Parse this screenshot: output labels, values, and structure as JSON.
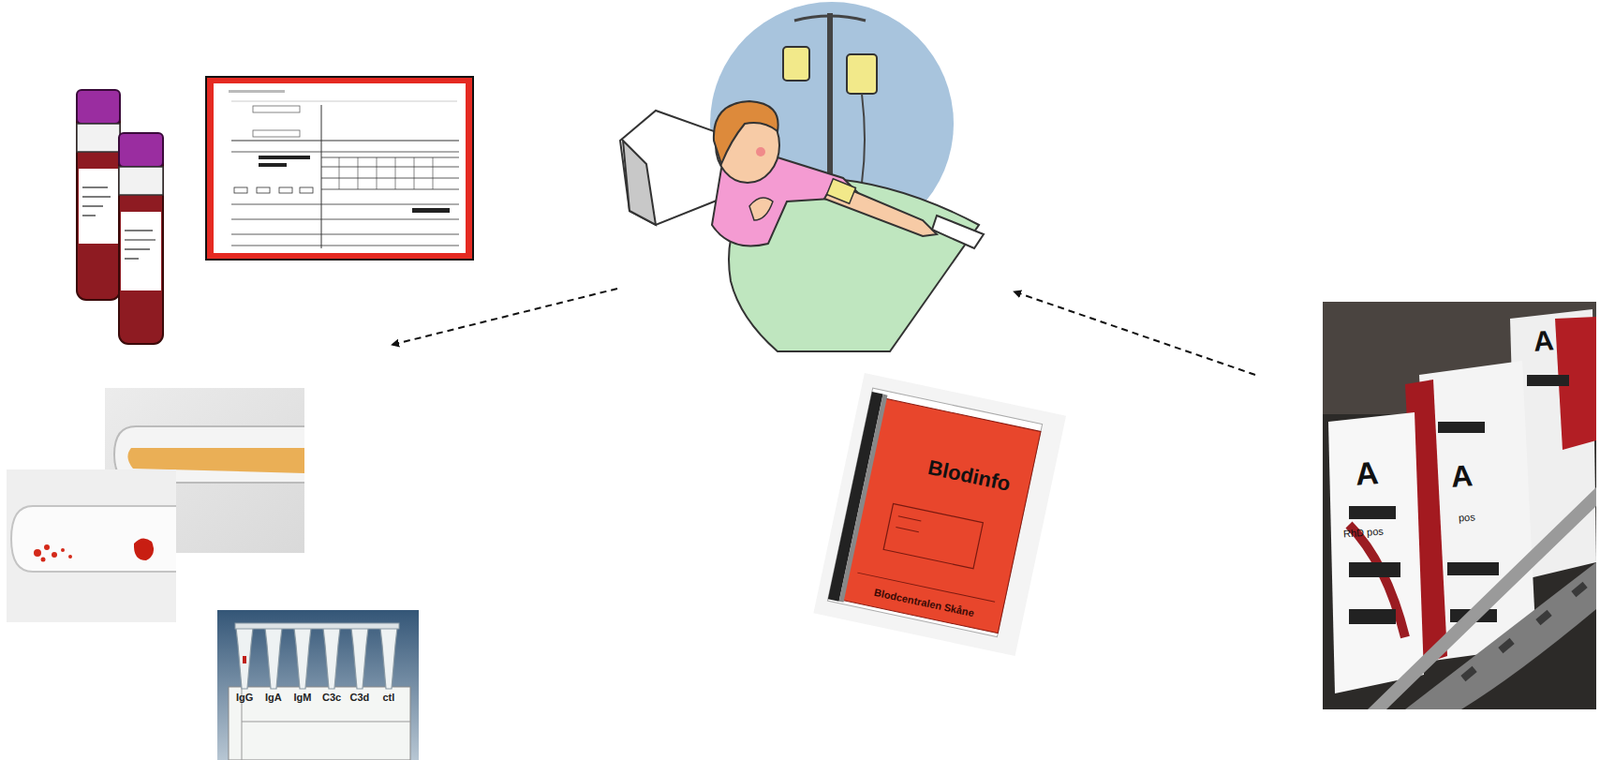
{
  "diagram": {
    "labels": [
      "IgG",
      "IgA",
      "IgM",
      "C3c",
      "C3d",
      "ctl",
      "Blodinfo",
      "Blodcentralen Skåne",
      "A",
      "RhD pos",
      "A",
      "pos",
      "A"
    ]
  }
}
